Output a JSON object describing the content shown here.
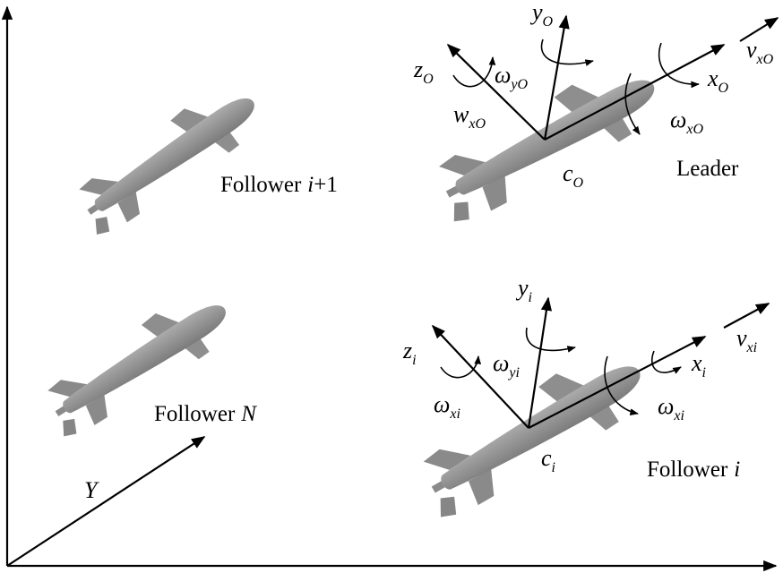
{
  "global_frame": {
    "diagonal_axis_label": "Y"
  },
  "leader": {
    "name": "Leader",
    "center": {
      "main": "c",
      "sub": "O"
    },
    "x_axis": {
      "main": "x",
      "sub": "O"
    },
    "y_axis": {
      "main": "y",
      "sub": "O"
    },
    "z_axis": {
      "main": "z",
      "sub": "O"
    },
    "velocity": {
      "main": "v",
      "sub": "xO"
    },
    "x_rotation": {
      "main": "ω",
      "sub": "xO"
    },
    "y_rotation": {
      "main": "ω",
      "sub": "yO"
    },
    "z_rotation": {
      "main": "w",
      "sub": "xO"
    }
  },
  "follower_i": {
    "name_prefix": "Follower",
    "name_var": "i",
    "center": {
      "main": "c",
      "sub": "i"
    },
    "x_axis": {
      "main": "x",
      "sub": "i"
    },
    "y_axis": {
      "main": "y",
      "sub": "i"
    },
    "z_axis": {
      "main": "z",
      "sub": "i"
    },
    "velocity": {
      "main": "v",
      "sub": "xi"
    },
    "x_rotation": {
      "main": "ω",
      "sub": "xi"
    },
    "y_rotation": {
      "main": "ω",
      "sub": "yi"
    },
    "z_rotation": {
      "main": "ω",
      "sub": "xi"
    }
  },
  "follower_i_plus_1": {
    "name_prefix": "Follower",
    "name_var": "i",
    "name_suffix": "+1"
  },
  "follower_n": {
    "name_prefix": "Follower",
    "name_var": "N"
  },
  "colors": {
    "vehicle_light": "#ababab",
    "vehicle_dark": "#7b7b7b",
    "lines": "#000000"
  }
}
